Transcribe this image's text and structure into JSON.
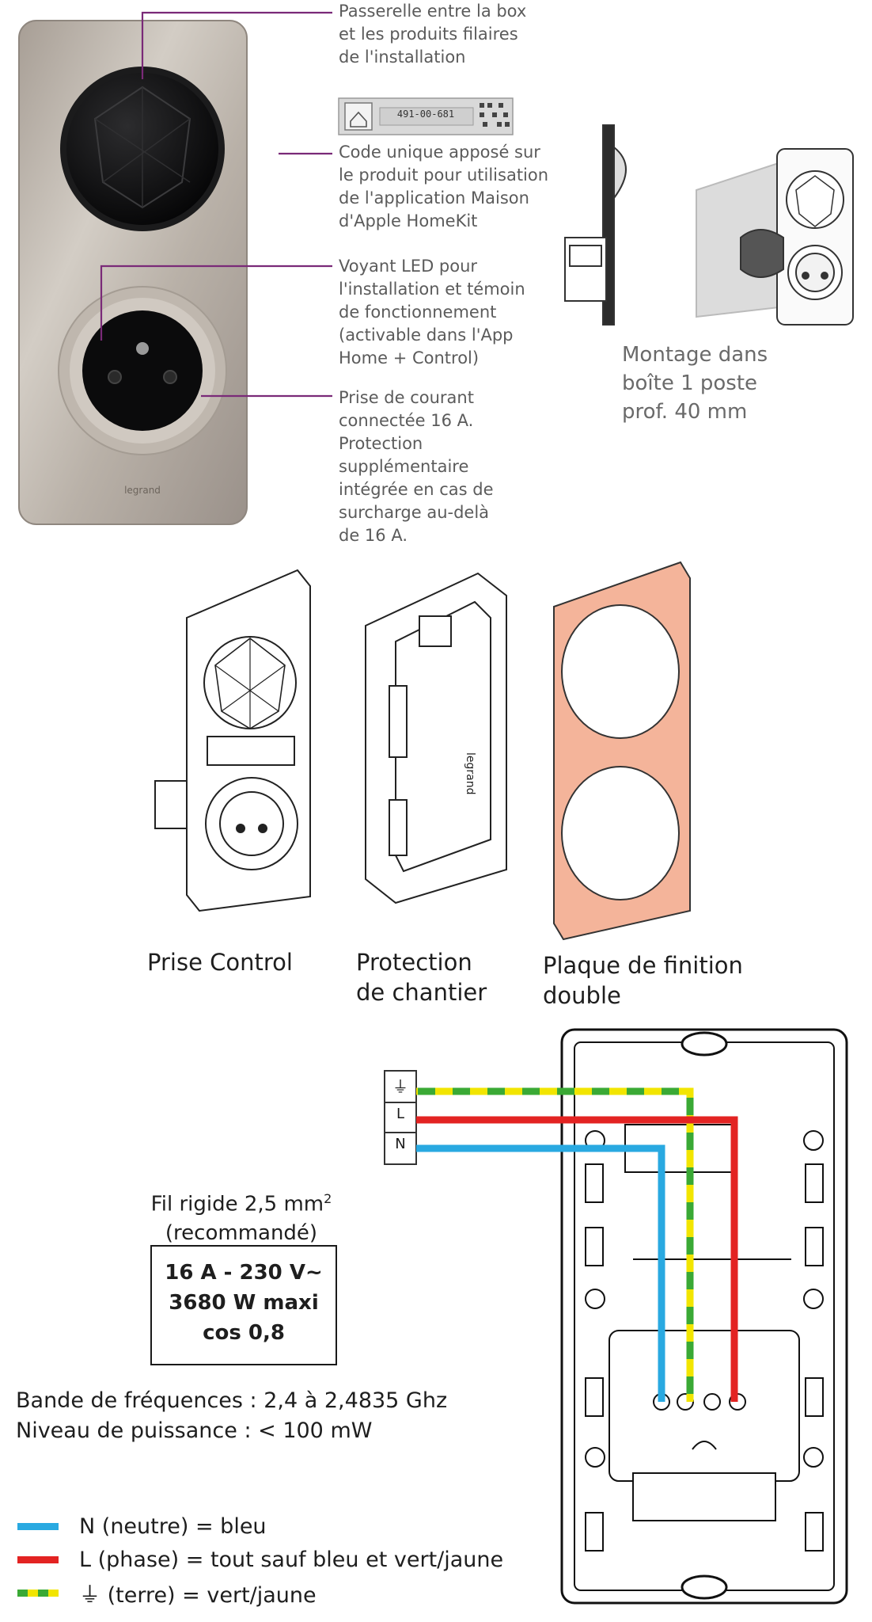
{
  "callouts": [
    {
      "text": "Passerelle entre la box\net les produits filaires\nde l'installation"
    },
    {
      "text": "Code unique apposé sur\nle produit pour utilisation\nde l'application Maison\nd'Apple HomeKit"
    },
    {
      "text": "Voyant LED pour\nl'installation et témoin\nde fonctionnement\n(activable dans l'App\nHome + Control)"
    },
    {
      "text": "Prise de courant\nconnectée 16 A.\nProtection\nsupplémentaire\nintégrée en cas de\nsurcharge au-delà\nde 16 A."
    }
  ],
  "homekit_code": "491-00-681",
  "brand": "legrand",
  "montage": "Montage dans\nboîte 1 poste\nprof. 40 mm",
  "components": [
    {
      "label": "Prise Control"
    },
    {
      "label": "Protection\nde chantier"
    },
    {
      "label": "Plaque de finition\ndouble"
    }
  ],
  "terminals": {
    "earth": "⏚",
    "phase": "L",
    "neutral": "N"
  },
  "wire": {
    "title": "Fil rigide 2,5 mm",
    "superscript": "2",
    "note": "(recommandé)"
  },
  "specs": [
    "16 A - 230 V~",
    "3680 W maxi",
    "cos 0,8"
  ],
  "radio": {
    "frequency": "Bande de fréquences : 2,4 à 2,4835 Ghz",
    "power": "Niveau de puissance : < 100 mW"
  },
  "legend": [
    {
      "text": "N (neutre) = bleu",
      "color": "#29a9e1"
    },
    {
      "text": "L (phase) = tout sauf bleu et vert/jaune",
      "color": "#e32322"
    },
    {
      "text": "⏚ (terre) = vert/jaune",
      "color": "#3aa935",
      "color2": "#f2e500"
    }
  ],
  "colors": {
    "plate_copper": "#f4b49a",
    "wire_blue": "#29a9e1",
    "wire_red": "#e32322",
    "wire_green": "#3aa935",
    "wire_yellow": "#f2e500"
  }
}
